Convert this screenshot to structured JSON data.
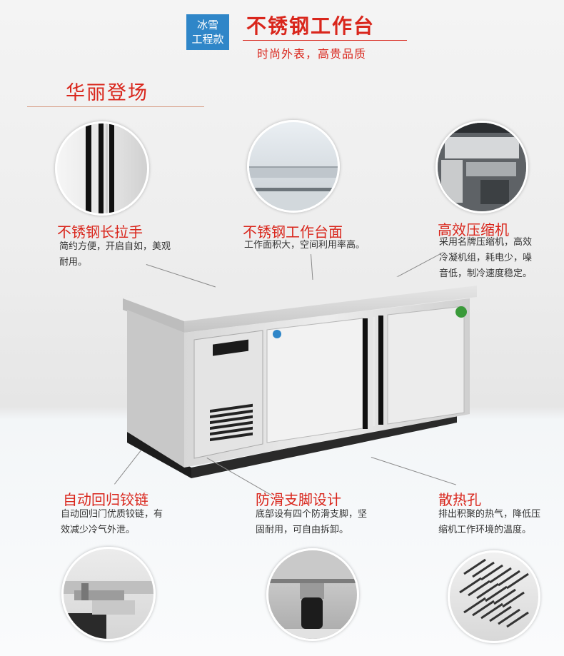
{
  "header": {
    "badge_line1": "冰雪",
    "badge_line2": "工程款",
    "title": "不锈钢工作台",
    "subtitle": "时尚外表，高贵品质"
  },
  "section_title": "华丽登场",
  "features": {
    "handle": {
      "title": "不锈钢长拉手",
      "desc": "简约方便，开启自如，美观\n耐用。"
    },
    "worktop": {
      "title": "不锈钢工作台面",
      "desc": "工作面积大，空间利用率高。"
    },
    "compressor": {
      "title": "高效压缩机",
      "desc": "采用名牌压缩机，高效\n冷凝机组，耗电少，噪\n音低，制冷速度稳定。"
    },
    "hinge": {
      "title": "自动回归铰链",
      "desc": "自动回归门优质铰链，有\n效减少冷气外泄。"
    },
    "feet": {
      "title": "防滑支脚设计",
      "desc": "底部设有四个防滑支脚，坚\n固耐用，可自由拆卸。"
    },
    "vent": {
      "title": "散热孔",
      "desc": "排出积聚的热气，降低压\n缩机工作环境的温度。"
    }
  },
  "colors": {
    "accent": "#d9261c",
    "badge": "#2f86c8"
  }
}
